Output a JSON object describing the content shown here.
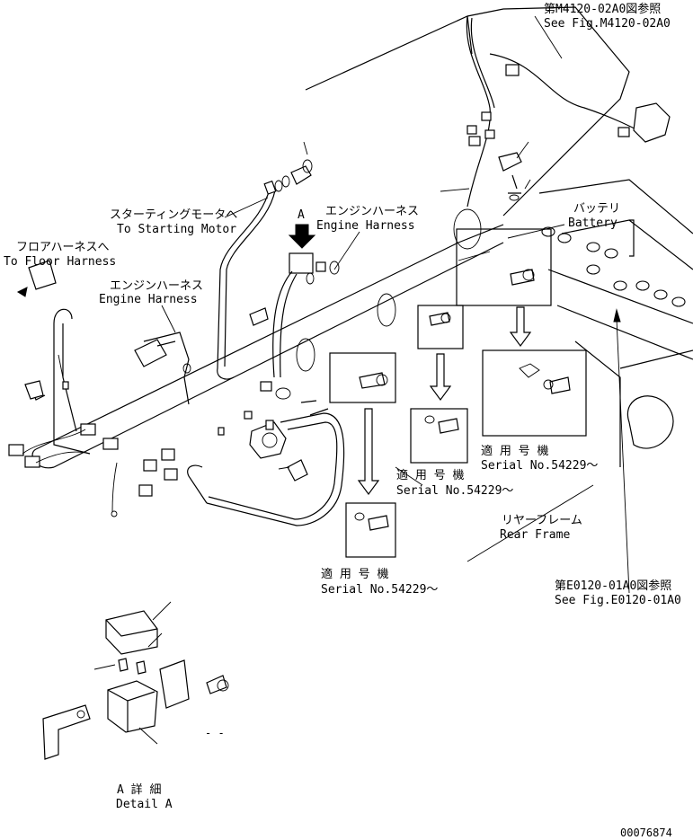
{
  "labels": {
    "ref_top_jp": "第M4120-02A0図参照",
    "ref_top_en": "See Fig.M4120-02A0",
    "starting_jp": "スターティングモータへ",
    "starting_en": "To Starting Motor",
    "floor_jp": "フロアハーネスへ",
    "floor_en": "To Floor Harness",
    "engine1_jp": "エンジンハーネス",
    "engine1_en": "Engine Harness",
    "engine2_jp": "エンジンハーネス",
    "engine2_en": "Engine Harness",
    "callout_a": "A",
    "battery_jp": "バッテリ",
    "battery_en": "Battery",
    "serial1_jp": "適 用 号 機",
    "serial1_en": "Serial No.54229～",
    "serial2_jp": "適 用 号 機",
    "serial2_en": "Serial No.54229～",
    "serial3_jp": "適 用 号 機",
    "serial3_en": "Serial No.54229～",
    "rear_jp": "リヤーフレーム",
    "rear_en": "Rear Frame",
    "ref_bottom_jp": "第E0120-01A0図参照",
    "ref_bottom_en": "See Fig.E0120-01A0",
    "detail_jp": "A 詳 細",
    "detail_en": "Detail A",
    "dash_mark": "- -",
    "drawing_no": "00076874"
  }
}
